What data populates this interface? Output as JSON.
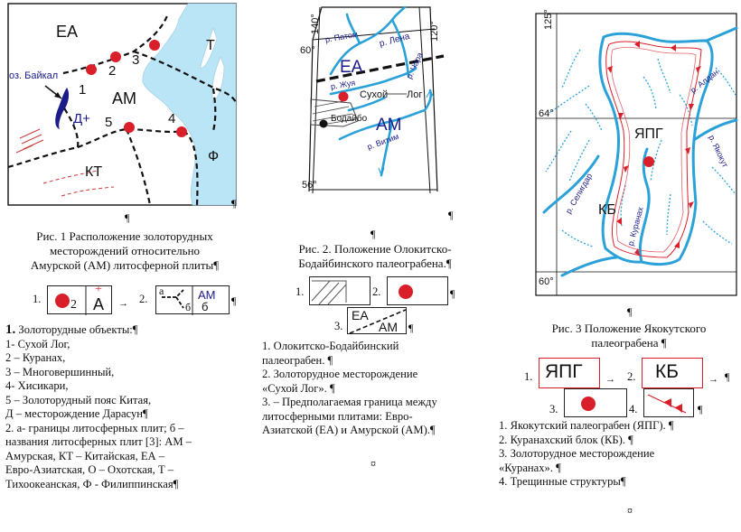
{
  "pilcrow": "¶",
  "currency": "¤",
  "fig1": {
    "map_labels": {
      "ea": "ЕА",
      "am": "АМ",
      "kt": "КТ",
      "t": "Т",
      "f": "Ф",
      "baikal": "оз. Байкал",
      "d_plus": "Д+",
      "n1": "1",
      "n2": "2",
      "n3": "3",
      "n4": "4",
      "n5": "5"
    },
    "caption": [
      "Рис. 1 Расположение золоторудных",
      "месторождений относительно",
      "Амурской (АМ) литосферной плиты¶"
    ],
    "legend": {
      "n1": "1.",
      "n2": "2.",
      "sub2": "2",
      "plus": "+",
      "letter_a": "А",
      "sub_a": "а",
      "sub_b": "б",
      "am": "АМ",
      "six": "б",
      "arrow": "→"
    },
    "lines": [
      "Золоторудные объекты:",
      "1- Сухой Лог,",
      "2 – Куранах,",
      "3 – Многовершинный,",
      "4- Хисикари,",
      "5 – Золоторудный пояс Китая,",
      "Д – месторождение Дарасун¶",
      "2. а- границы литосферных плит; б –",
      "названия литосферных плит [3]: АМ –",
      "Амурская, КТ – Китайская, ЕА –",
      "Евро-Азиатская, О – Охотская, Т –",
      "Тихоокеанская, Ф - Филиппинская¶"
    ],
    "first_num": "1."
  },
  "fig2": {
    "map_labels": {
      "lat60": "60°",
      "lon140": "140°",
      "lon120": "120°",
      "lat56": "56°",
      "patom": "р. Патом",
      "lena": "р. Лена",
      "chara": "р. Чара",
      "ea": "ЕА",
      "zhuya": "р. Жуя",
      "sukhoi": "Сухой",
      "log": "Лог",
      "bodaibo": "Бодайбо",
      "am": "АМ",
      "vitim": "р. Витим"
    },
    "caption": [
      "Рис. 2. Положение Олокитско-",
      "Бодайбинского палеограбена.¶"
    ],
    "legend": {
      "n1": "1.",
      "n2": "2.",
      "n3": "3.",
      "ea": "ЕА",
      "am": "АМ"
    },
    "lines": [
      "1. Олокитско-Бодайбинский",
      "палеограбен. ¶",
      "2. Золоторудное месторождение",
      "«Сухой Лог». ¶",
      "3. – Предполагаемая граница между",
      "литосферными плитами: Евро-",
      "Азиатской (ЕА) и Амурской (АМ).¶"
    ]
  },
  "fig3": {
    "map_labels": {
      "lon125": "125°",
      "lat64": "64°",
      "lat60": "60°",
      "aldan": "р. Алдан",
      "yakokut": "р. Якокут",
      "seligdar": "р. Селигдар",
      "kuranakh": "р. Куранах",
      "yapg": "ЯПГ",
      "kb": "КБ"
    },
    "caption": [
      "Рис. 3 Положение Якокутского",
      "палеограбена ¶"
    ],
    "legend": {
      "n1": "1.",
      "n2": "2.",
      "n3": "3.",
      "n4": "4.",
      "yapg": "ЯПГ",
      "kb": "КБ",
      "arrow": "→"
    },
    "lines": [
      "1. Якокутский палеограбен (ЯПГ). ¶",
      "2. Куранахский блок (КБ). ¶",
      "3. Золоторудное месторождение",
      "«Куранах». ¶",
      "4. Трещинные структуры¶"
    ]
  },
  "colors": {
    "river": "#2aa1d8",
    "deposit": "#d9202a",
    "plate": "#1b1b8a",
    "fault": "#c93a3a"
  }
}
